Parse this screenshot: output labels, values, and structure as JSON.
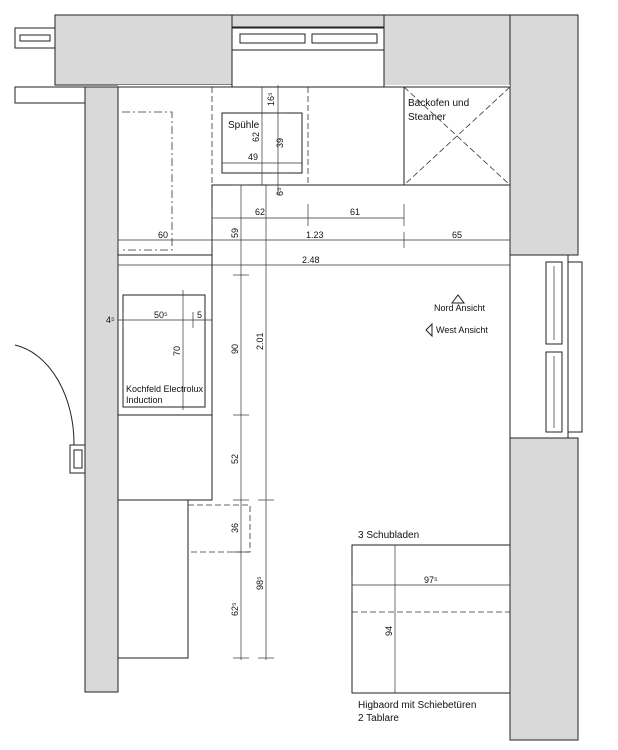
{
  "labels": {
    "sink": "Spühle",
    "oven_line1": "Backofen und",
    "oven_line2": "Steamer",
    "cooktop_line1": "Kochfeld Electrolux",
    "cooktop_line2": "Induction",
    "drawers": "3 Schubladen",
    "highboard_line1": "Higbaord mit Schiebetüren",
    "highboard_line2": "2 Tablare",
    "north_view": "Nord Ansicht",
    "west_view": "West Ansicht"
  },
  "dimensions": {
    "d_16_5": "16⁵",
    "d_62_sink": "62",
    "d_39": "39",
    "d_49": "49",
    "d_6_5": "6⁵",
    "d_62_top": "62",
    "d_61": "61",
    "d_60": "60",
    "d_59": "59",
    "d_1_23": "1.23",
    "d_65": "65",
    "d_2_48": "2.48",
    "d_4_5": "4⁵",
    "d_50_5": "50⁵",
    "d_5": "5",
    "d_70": "70",
    "d_90": "90",
    "d_2_01": "2.01",
    "d_52": "52",
    "d_36": "36",
    "d_98_5": "98⁵",
    "d_62_5": "62⁵",
    "d_97_5": "97⁵",
    "d_94": "94"
  }
}
